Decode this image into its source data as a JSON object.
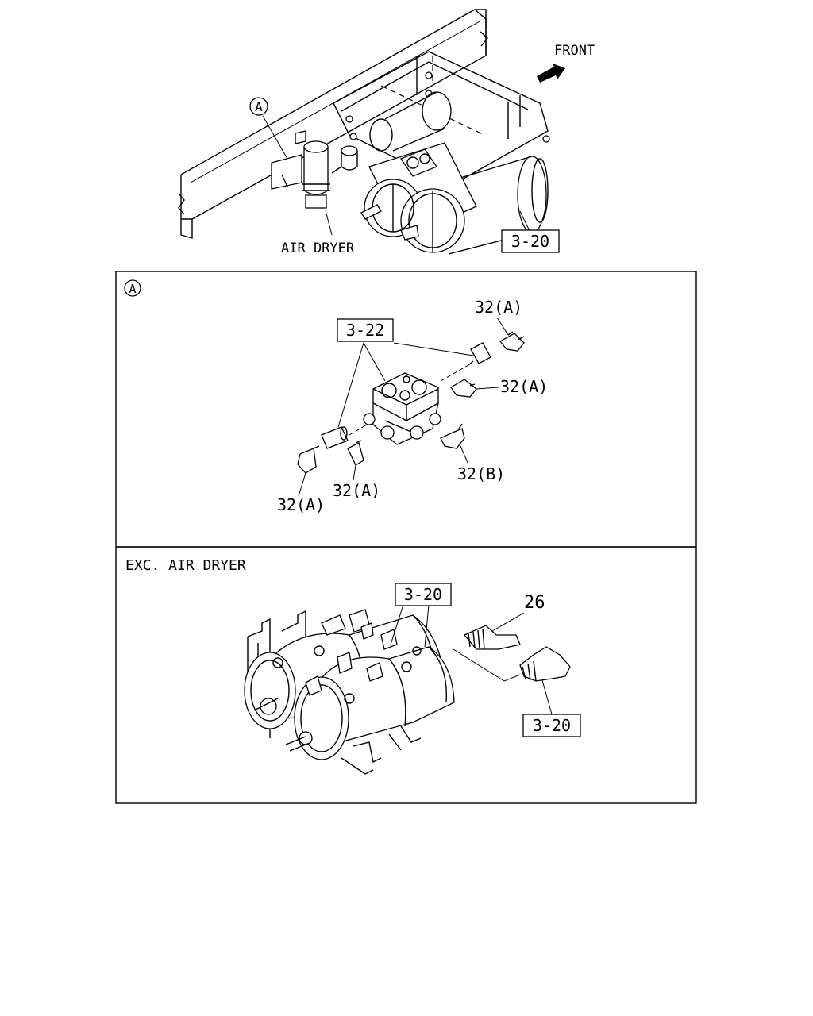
{
  "top": {
    "front": "FRONT",
    "air_dryer": "AIR DRYER",
    "ref_3_20": "3-20",
    "callout_a": "A"
  },
  "panel_a": {
    "marker": "A",
    "ref_3_22": "3-22",
    "part_32a_top": "32(A)",
    "part_32a_right": "32(A)",
    "part_32b": "32(B)",
    "part_32a_mid": "32(A)",
    "part_32a_left": "32(A)"
  },
  "panel_exc": {
    "heading": "EXC. AIR DRYER",
    "ref_3_20_top": "3-20",
    "part_26": "26",
    "ref_3_20_bottom": "3-20"
  }
}
